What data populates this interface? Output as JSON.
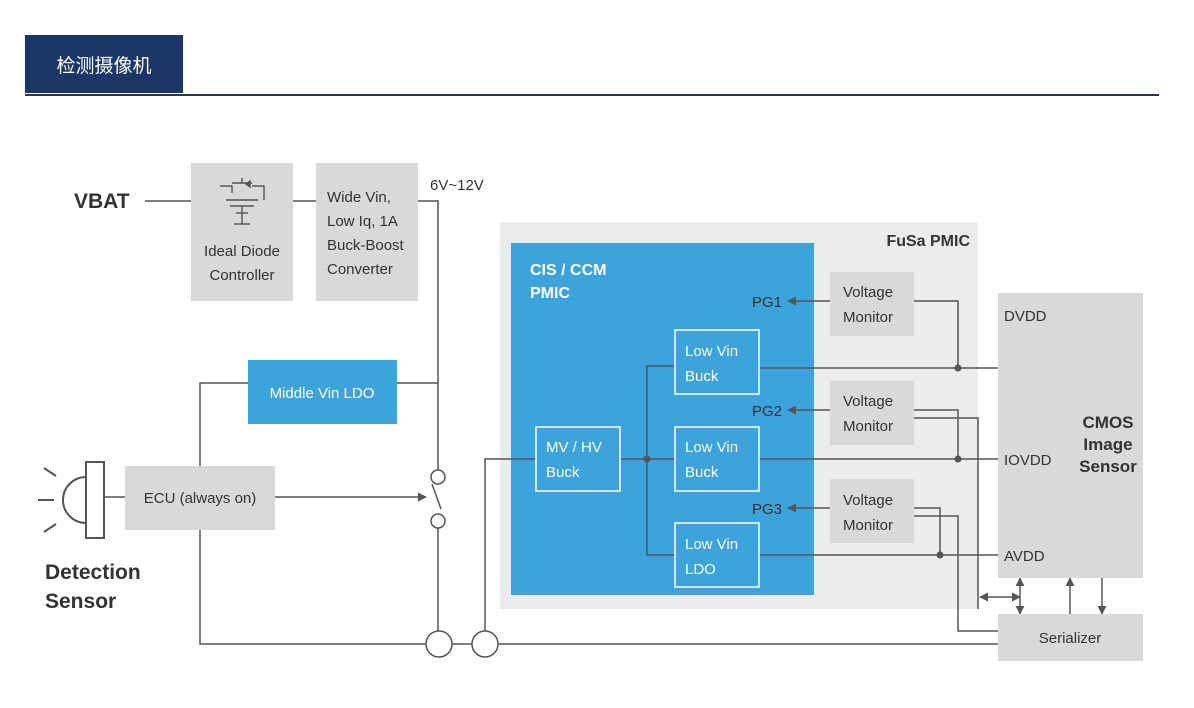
{
  "header": {
    "title": "检测摄像机"
  },
  "diagram": {
    "vbat": "VBAT",
    "ideal_diode": [
      "Ideal Diode",
      "Controller"
    ],
    "buck_boost": [
      "Wide Vin,",
      "Low Iq, 1A",
      "Buck-Boost",
      "Converter"
    ],
    "voltage_range": "6V~12V",
    "middle_ldo": "Middle Vin LDO",
    "ecu": "ECU (always on)",
    "detection_sensor": [
      "Detection",
      "Sensor"
    ],
    "fusa_pmic": "FuSa PMIC",
    "cis_pmic": [
      "CIS / CCM",
      "PMIC"
    ],
    "mv_hv_buck": [
      "MV / HV",
      "Buck"
    ],
    "low_vin_buck_1": [
      "Low Vin",
      "Buck"
    ],
    "low_vin_buck_2": [
      "Low Vin",
      "Buck"
    ],
    "low_vin_ldo": [
      "Low Vin",
      "LDO"
    ],
    "voltage_monitor_1": [
      "Voltage",
      "Monitor"
    ],
    "voltage_monitor_2": [
      "Voltage",
      "Monitor"
    ],
    "voltage_monitor_3": [
      "Voltage",
      "Monitor"
    ],
    "pg1": "PG1",
    "pg2": "PG2",
    "pg3": "PG3",
    "dvdd": "DVDD",
    "iovdd": "IOVDD",
    "avdd": "AVDD",
    "cmos_sensor": [
      "CMOS",
      "Image",
      "Sensor"
    ],
    "serializer": "Serializer",
    "colors": {
      "header": "#1b3668",
      "blue_block": "#3ca3dc",
      "gray_block": "#d9d9d9",
      "pmic_bg": "#ececec"
    }
  }
}
